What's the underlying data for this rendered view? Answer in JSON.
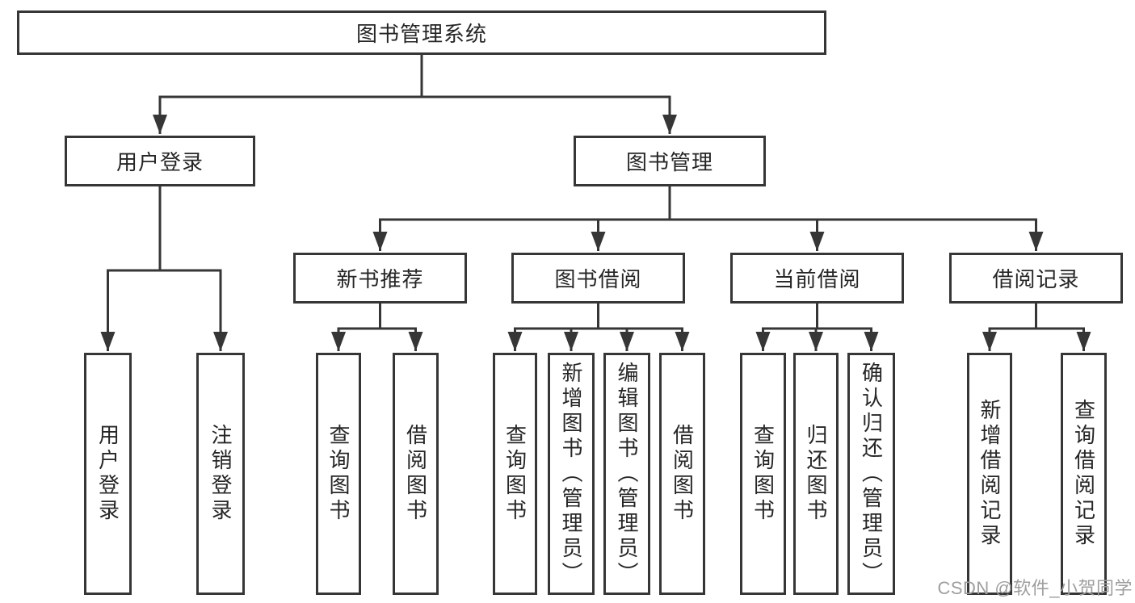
{
  "diagram": {
    "root": {
      "label": "图书管理系统"
    },
    "level1": [
      {
        "label": "用户登录"
      },
      {
        "label": "图书管理"
      }
    ],
    "level2": [
      {
        "label": "新书推荐"
      },
      {
        "label": "图书借阅"
      },
      {
        "label": "当前借阅"
      },
      {
        "label": "借阅记录"
      }
    ],
    "leaves": {
      "user_login": [
        {
          "label": "用户登录"
        },
        {
          "label": "注销登录"
        }
      ],
      "new_books": [
        {
          "label": "查询图书"
        },
        {
          "label": "借阅图书"
        }
      ],
      "book_borrow": [
        {
          "label": "查询图书"
        },
        {
          "label": "新增图书（管理员）"
        },
        {
          "label": "编辑图书（管理员）"
        },
        {
          "label": "借阅图书"
        }
      ],
      "current_borrow": [
        {
          "label": "查询图书"
        },
        {
          "label": "归还图书"
        },
        {
          "label": "确认归还（管理员）"
        }
      ],
      "borrow_records": [
        {
          "label": "新增借阅记录"
        },
        {
          "label": "查询借阅记录"
        }
      ]
    },
    "watermark": "CSDN @软件_小贺同学",
    "colors": {
      "line": "#363636",
      "text": "#262626",
      "watermark": "#9e9e9e",
      "background": "#ffffff"
    }
  }
}
